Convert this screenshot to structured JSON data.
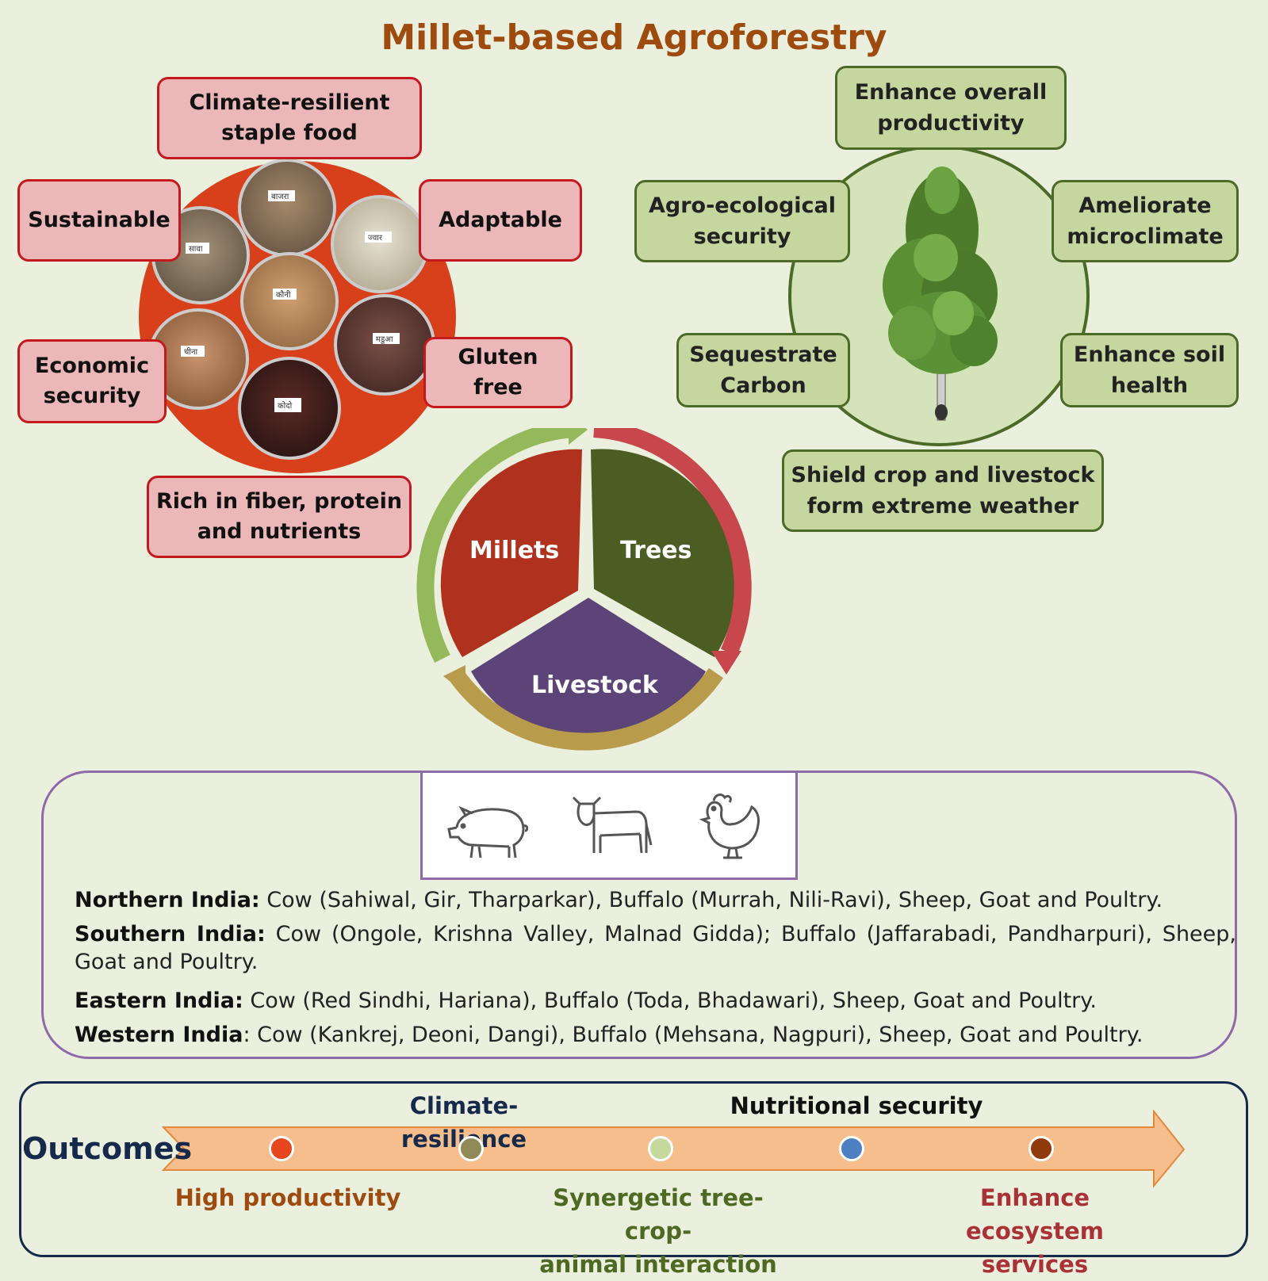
{
  "title": "Millet-based Agroforestry",
  "millet_benefits": {
    "climate": "Climate-resilient\nstaple food",
    "sustainable": "Sustainable",
    "adaptable": "Adaptable",
    "economic": "Economic\nsecurity",
    "gluten": "Gluten\nfree",
    "rich": "Rich in fiber, protein\nand nutrients"
  },
  "plate_labels": [
    "बाजरा",
    "ज्वार",
    "कौनी",
    "सावा",
    "चीना",
    "मडुआ",
    "कोदो"
  ],
  "tree_benefits": {
    "productivity": "Enhance overall\nproductivity",
    "agro": "Agro-ecological\nsecurity",
    "microclimate": "Ameliorate\nmicroclimate",
    "carbon": "Sequestrate\nCarbon",
    "soil": "Enhance soil\nhealth",
    "shield": "Shield crop and livestock\nform extreme weather"
  },
  "cycle": {
    "millets": "Millets",
    "trees": "Trees",
    "livestock": "Livestock"
  },
  "livestock_icons": [
    "pig-icon",
    "cow-icon",
    "hen-icon"
  ],
  "regions": [
    {
      "name": "Northern India:",
      "text": " Cow (Sahiwal, Gir, Tharparkar), Buffalo (Murrah, Nili-Ravi), Sheep, Goat and Poultry."
    },
    {
      "name": "Southern India:",
      "text": " Cow (Ongole, Krishna Valley, Malnad Gidda); Buffalo (Jaffarabadi, Pandharpuri), Sheep, Goat and Poultry."
    },
    {
      "name": "Eastern India:",
      "text": " Cow (Red Sindhi, Hariana), Buffalo (Toda, Bhadawari), Sheep, Goat and Poultry."
    },
    {
      "name": "Western India",
      "text": ": Cow (Kankrej, Deoni, Dangi), Buffalo (Mehsana, Nagpuri), Sheep, Goat and Poultry."
    }
  ],
  "outcomes": {
    "label": "Outcomes",
    "climate": "Climate-resilience",
    "nutrition": "Nutritional security",
    "productivity": "High productivity",
    "synergy": "Synergetic tree-crop-\nanimal interaction",
    "ecosystem": "Enhance ecosystem\nservices",
    "dot_colors": [
      "#e8461e",
      "#8f8a56",
      "#c5d89d",
      "#4e7fc3",
      "#8e3a0a"
    ]
  },
  "colors": {
    "millets": "#b0321e",
    "trees": "#4c5d24",
    "livestock": "#5c4478",
    "arrow_green": "#94b95a",
    "arrow_red": "#c8474c",
    "arrow_gold": "#b99b4c",
    "outcome_arrow": "#f7be8d"
  }
}
